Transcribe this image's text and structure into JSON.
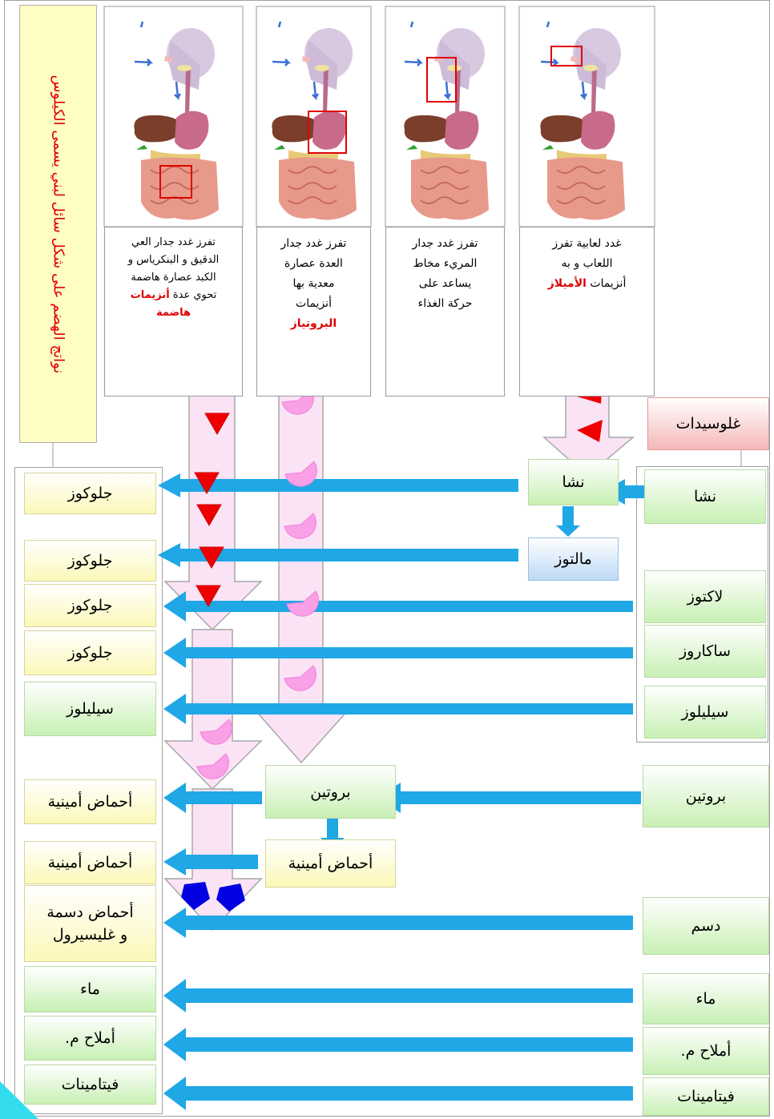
{
  "title": "نواتج الهضم على شكل سائل لبني يسمى الكيلوس",
  "stages": {
    "mouth": {
      "l1": "غدد لعابية تفرز",
      "l2": "اللعاب و به",
      "l3_pre": "أنزيمات",
      "l3_hl": "الأميلاز"
    },
    "esophagus": {
      "l1": "تفرز غدد جدار",
      "l2": "المريء مخاط",
      "l3": "يساعد على",
      "l4": "حركة الغذاء"
    },
    "stomach": {
      "l1": "تفرز غدد جدار",
      "l2": "العدة عصارة",
      "l3": "معدية بها",
      "l4": "أنزيمات",
      "l5_hl": "البروتياز"
    },
    "intestine": {
      "l1": "تفرز غدد جدار العي",
      "l2": "الدقيق و البنكرياس و",
      "l3": "الكبد عصارة هاضمة",
      "l4": "تحوي عدة",
      "l4_hl": "أنزيمات",
      "l5_hl": "هاضمة"
    }
  },
  "inputs": {
    "carbs_header": "غلوسيدات",
    "starch": "نشا",
    "lactose": "لاكتوز",
    "sucrose": "ساكاروز",
    "cellulose": "سيليلوز",
    "protein": "بروتين",
    "fat": "دسم",
    "water": "ماء",
    "salts": "أملاح م.",
    "vitamins": "فيتامينات"
  },
  "middle": {
    "starch": "نشا",
    "maltose": "مالتوز",
    "protein": "بروتين",
    "amino": "أحماض أمينية"
  },
  "outputs": {
    "glucose1": "جلوكوز",
    "glucose2": "جلوكوز",
    "glucose3": "جلوكوز",
    "glucose4": "جلوكوز",
    "cellulose": "سيليلوز",
    "amino1": "أحماض أمينية",
    "amino2": "أحماض أمينية",
    "fatty_l1": "أحماض دسمة",
    "fatty_l2": "و غليسيرول",
    "water": "ماء",
    "salts": "أملاح م.",
    "vitamins": "فيتامينات"
  },
  "colors": {
    "arrow": "#1fa7e6",
    "enzyme_red": "#ee0000",
    "enzyme_pink": "#f9a0e6",
    "enzyme_blue": "#0000e0",
    "highlight": "#e00000"
  },
  "icons": [
    "amylase-triangle-icon",
    "protease-pie-icon",
    "lipase-pentagon-icon",
    "digestive-system-icon"
  ]
}
